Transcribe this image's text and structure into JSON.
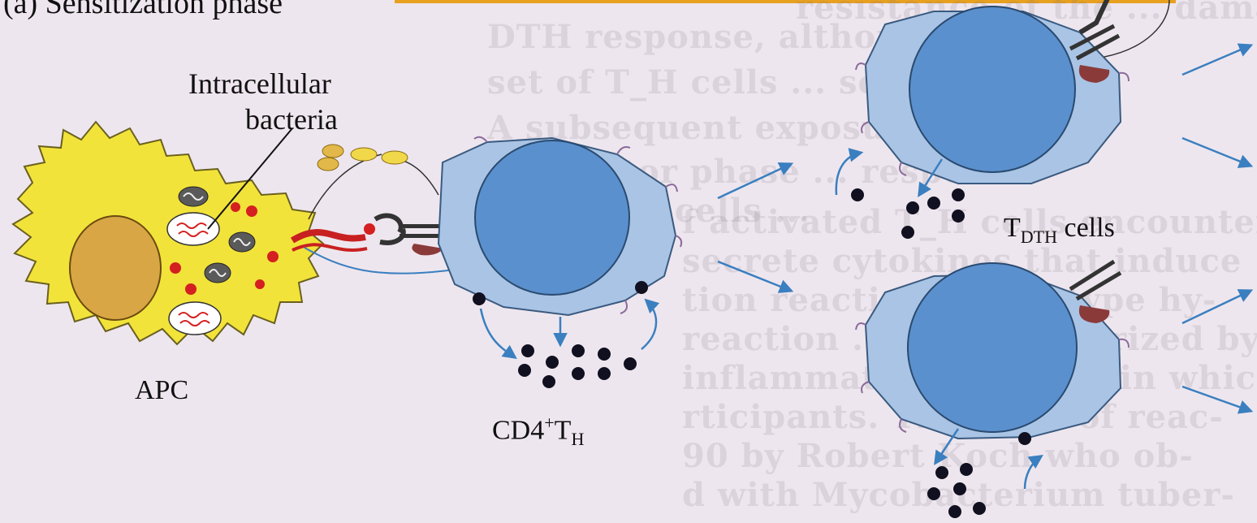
{
  "figure": {
    "phase_title": "(a) Sensitization phase",
    "labels": {
      "intracellular": "Intracellular",
      "bacteria": "bacteria",
      "apc": "APC",
      "cd4_prefix": "CD4",
      "cd4_sup": "+",
      "cd4_t": "T",
      "cd4_sub": "H",
      "tdth_t": "T",
      "tdth_sub": "DTH",
      "tdth_cells": " cells"
    }
  },
  "background_text": [
    "   resistance of the ... damage occ...",
    "DTH response, although in re...",
    "set of T_H cells ... some ca...",
    "A subsequent exposure to the...",
    "   the effector phase ... response",
    "   the ... DTH cells ...",
    "f activated T_H cells encounter",
    "secrete cytokines that induce",
    "tion reaction called type hy-",
    "reaction ... is characterized by",
    "inflammatory reaction in which",
    "rticipants. This type of reac-",
    "90 by Robert Koch who ob-",
    "d with Mycobacterium tuber-"
  ],
  "colors": {
    "apc_fill": "#f2e33a",
    "apc_nucleus": "#d9a645",
    "tcell_outer": "#a9c4e4",
    "tcell_nucleus": "#5a90cd",
    "arrow": "#3a7fc0",
    "red_dot": "#d42020",
    "cytokine": "#101020",
    "accent_bar": "#e8a020"
  }
}
